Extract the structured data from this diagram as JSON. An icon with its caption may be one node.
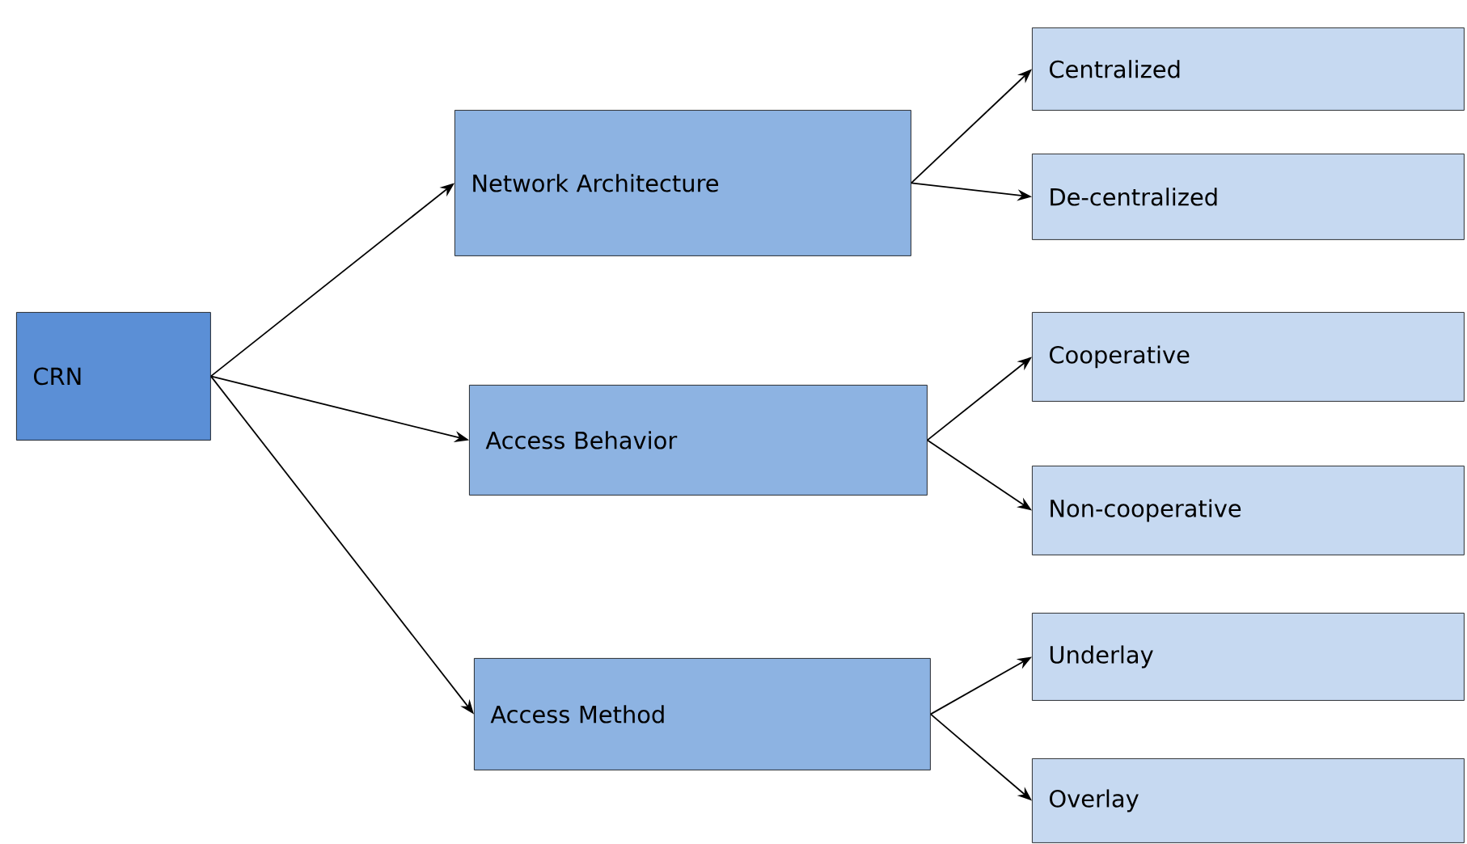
{
  "diagram": {
    "nodes": [
      {
        "text": [
          "CRN"
        ]
      },
      {
        "text": [
          "Network Architecture"
        ]
      },
      {
        "text": [
          "Access Behavior"
        ]
      },
      {
        "text": [
          "Access Method"
        ]
      },
      {
        "text": [
          "Centralized"
        ]
      },
      {
        "text": [
          "De-centralized"
        ]
      },
      {
        "text": [
          "Cooperative"
        ]
      },
      {
        "text": [
          "Non-cooperative"
        ]
      },
      {
        "text": [
          "Underlay"
        ]
      },
      {
        "text": [
          "Overlay"
        ]
      }
    ],
    "edges": [
      {
        "from": 0,
        "to": 1,
        "arrow": "to"
      },
      {
        "from": 0,
        "to": 2,
        "arrow": "to"
      },
      {
        "from": 0,
        "to": 3,
        "arrow": "to"
      },
      {
        "from": 1,
        "to": 4,
        "arrow": "to"
      },
      {
        "from": 1,
        "to": 5,
        "arrow": "to"
      },
      {
        "from": 2,
        "to": 6,
        "arrow": "to"
      },
      {
        "from": 2,
        "to": 7,
        "arrow": "to"
      },
      {
        "from": 3,
        "to": 8,
        "arrow": "to"
      },
      {
        "from": 3,
        "to": 9,
        "arrow": "to"
      }
    ]
  }
}
